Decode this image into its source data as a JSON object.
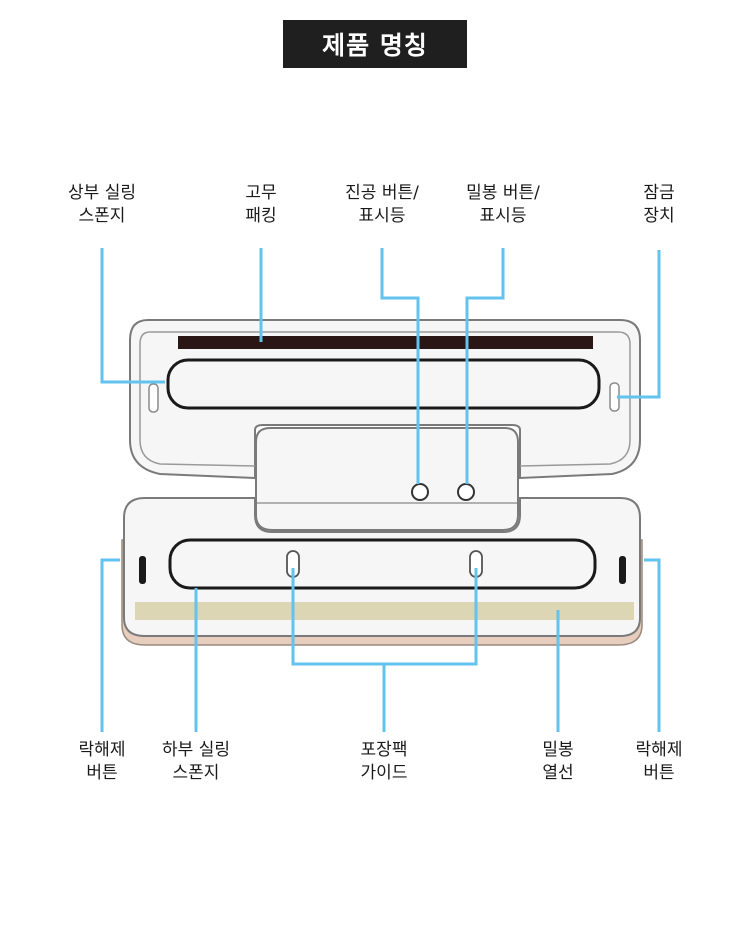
{
  "title": "제품 명칭",
  "labels": {
    "upper_sponge": {
      "line1": "상부 실링",
      "line2": "스폰지"
    },
    "rubber_packing": {
      "line1": "고무",
      "line2": "패킹"
    },
    "vacuum_button": {
      "line1": "진공 버튼/",
      "line2": "표시등"
    },
    "seal_button": {
      "line1": "밀봉 버튼/",
      "line2": "표시등"
    },
    "lock": {
      "line1": "잠금",
      "line2": "장치"
    },
    "release_left": {
      "line1": "락해제",
      "line2": "버튼"
    },
    "lower_sponge": {
      "line1": "하부 실링",
      "line2": "스폰지"
    },
    "bag_guide": {
      "line1": "포장팩",
      "line2": "가이드"
    },
    "heat_wire": {
      "line1": "밀봉",
      "line2": "열선"
    },
    "release_right": {
      "line1": "락해제",
      "line2": "버튼"
    }
  },
  "colors": {
    "leader_line": "#62c3ee",
    "body_fill": "#f6f6f6",
    "outline": "#7a7a7a",
    "gasket": "#2b1616",
    "heat_strip": "#ddd6b4",
    "bottom_edge": "#e6cdbd",
    "title_bg": "#1f1f1f"
  }
}
